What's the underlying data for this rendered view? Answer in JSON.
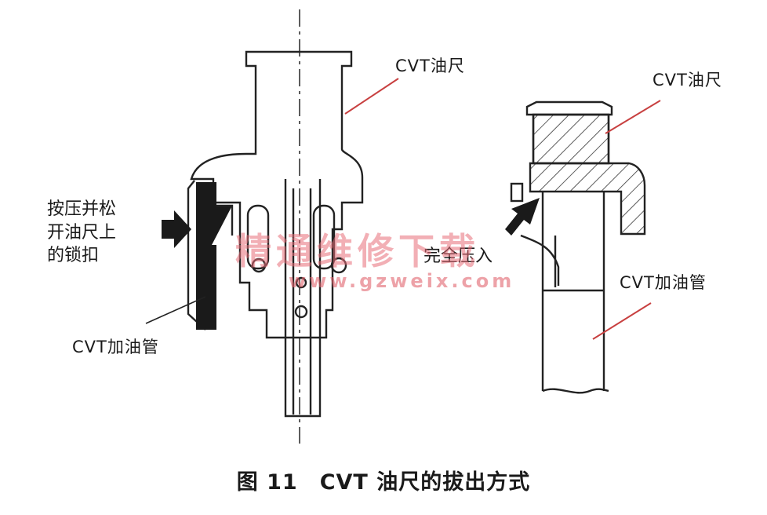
{
  "left_diagram": {
    "dipstick_label": "CVT油尺",
    "instruction_lines": [
      "按压并松",
      "开油尺上",
      "的锁扣"
    ],
    "fill_tube_label": "CVT加油管"
  },
  "right_diagram": {
    "dipstick_label": "CVT油尺",
    "fully_pressed_label": "完全压入",
    "fill_tube_label": "CVT加油管"
  },
  "caption": "图 11　CVT 油尺的拔出方式",
  "watermark": {
    "text": "精通维修下载",
    "url": "www.gzweix.com"
  }
}
